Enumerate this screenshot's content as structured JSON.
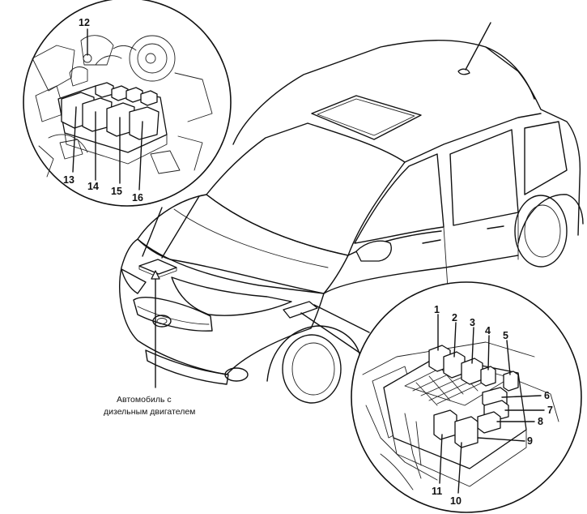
{
  "callouts_engine_bay": [
    {
      "id": "label-12",
      "text": "12"
    },
    {
      "id": "label-13",
      "text": "13"
    },
    {
      "id": "label-14",
      "text": "14"
    },
    {
      "id": "label-15",
      "text": "15"
    },
    {
      "id": "label-16",
      "text": "16"
    }
  ],
  "callouts_fuse_box": [
    {
      "id": "label-1",
      "text": "1"
    },
    {
      "id": "label-2",
      "text": "2"
    },
    {
      "id": "label-3",
      "text": "3"
    },
    {
      "id": "label-4",
      "text": "4"
    },
    {
      "id": "label-5",
      "text": "5"
    },
    {
      "id": "label-6",
      "text": "6"
    },
    {
      "id": "label-7",
      "text": "7"
    },
    {
      "id": "label-8",
      "text": "8"
    },
    {
      "id": "label-9",
      "text": "9"
    },
    {
      "id": "label-10",
      "text": "10"
    },
    {
      "id": "label-11",
      "text": "11"
    }
  ],
  "caption": {
    "line1": "Автомобиль с",
    "line2": "дизельным двигателем"
  }
}
